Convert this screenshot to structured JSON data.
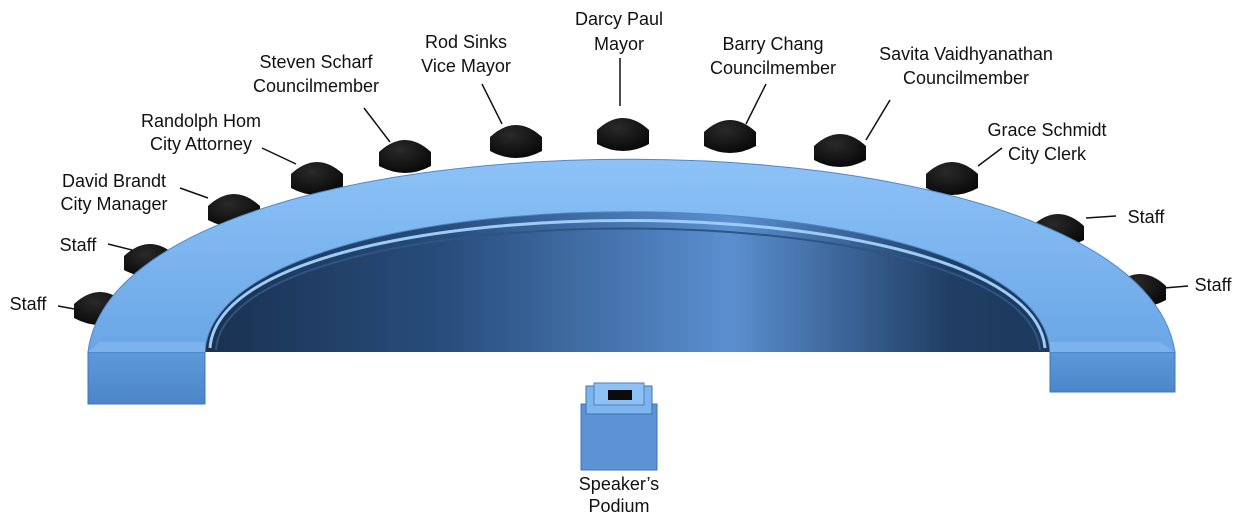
{
  "seats": [
    {
      "line1": "Staff",
      "line2": ""
    },
    {
      "line1": "Staff",
      "line2": ""
    },
    {
      "line1": "David Brandt",
      "line2": "City Manager"
    },
    {
      "line1": "Randolph Hom",
      "line2": "City Attorney"
    },
    {
      "line1": "Steven Scharf",
      "line2": "Councilmember"
    },
    {
      "line1": "Rod Sinks",
      "line2": "Vice Mayor"
    },
    {
      "line1": "Darcy Paul",
      "line2": "Mayor"
    },
    {
      "line1": "Barry Chang",
      "line2": "Councilmember"
    },
    {
      "line1": "Savita Vaidhyanathan",
      "line2": "Councilmember"
    },
    {
      "line1": "Grace Schmidt",
      "line2": "City Clerk"
    },
    {
      "line1": "Staff",
      "line2": ""
    },
    {
      "line1": "Staff",
      "line2": ""
    }
  ],
  "podium": {
    "line1": "Speaker’s",
    "line2": "Podium"
  },
  "colors": {
    "dais_top": "#7fb7f2",
    "dais_front": "#5a95d8",
    "dais_inner_dark": "#1c3353",
    "chair": "#0b0b0b"
  }
}
